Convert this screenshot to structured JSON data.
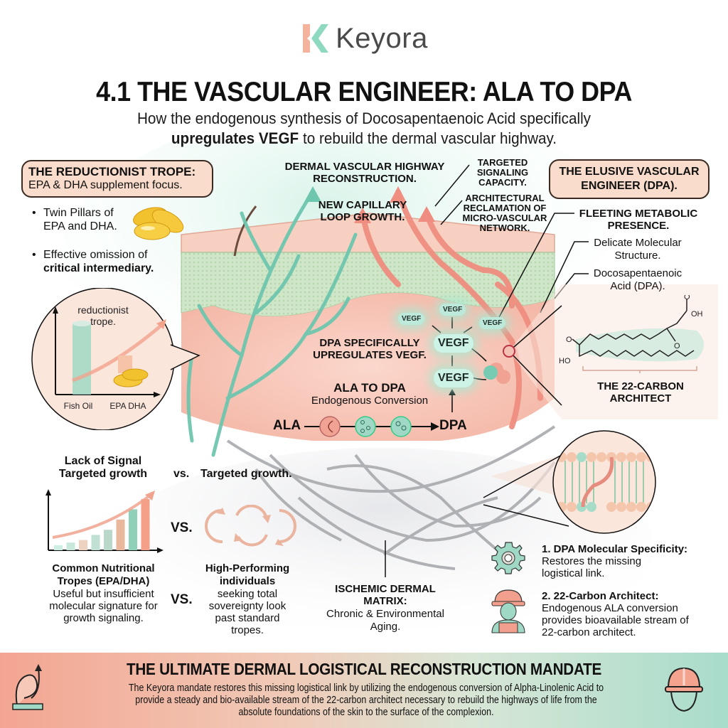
{
  "brand": {
    "name": "Keyora",
    "colors": {
      "coral": "#f4b39c",
      "mint": "#8fd9c0",
      "text": "#4a4a4a"
    }
  },
  "header": {
    "title": "4.1 THE VASCULAR ENGINEER: ALA TO DPA",
    "subtitle_line1": "How the endogenous synthesis of Docosapentaenoic Acid specifically",
    "subtitle_bold": "upregulates VEGF",
    "subtitle_line2_rest": " to rebuild the dermal vascular highway."
  },
  "left_panel": {
    "box_title": "THE REDUCTIONIST TROPE:",
    "box_subtitle": "EPA & DHA supplement focus.",
    "bullets": [
      {
        "text": "Twin Pillars of EPA and DHA.",
        "bold": ""
      },
      {
        "text": "Effective omission of ",
        "bold": "critical intermediary."
      }
    ],
    "inset": {
      "title": "reductionist trope.",
      "x_labels": [
        "Fish Oil",
        "EPA DHA"
      ]
    }
  },
  "center_labels": {
    "highway": "DERMAL VASCULAR HIGHWAY RECONSTRUCTION.",
    "capillary": "NEW CAPILLARY LOOP GROWTH.",
    "targeted": "TARGETED SIGNALING CAPACITY.",
    "architectural": "ARCHITECTURAL RECLAMATION OF MICRO-VASCULAR NETWORK.",
    "dpa_upregulates": "DPA SPECIFICALLY UPREGULATES VEGF.",
    "conversion_title": "ALA TO DPA",
    "conversion_subtitle": "Endogenous Conversion",
    "pathway_start": "ALA",
    "pathway_end": "DPA",
    "vegf": "VEGF",
    "ischemic_title": "ISCHEMIC DERMAL MATRIX:",
    "ischemic_body": "Chronic & Environmental Aging."
  },
  "right_panel": {
    "box_title": "THE ELUSIVE VASCULAR ENGINEER (DPA).",
    "fleeting": "FLEETING METABOLIC PRESENCE.",
    "delicate": "Delicate Molecular Structure.",
    "docosa": "Docosapentaenoic Acid (DPA).",
    "molecule_labels": {
      "o_top": "O",
      "oh_top": "OH",
      "o_mid": "O",
      "o_left": "O",
      "ho": "HO"
    },
    "carbon_caption": "THE 22-CARBON ARCHITECT",
    "points": [
      {
        "title": "1. DPA Molecular Specificity:",
        "body": "Restores the missing logistical link."
      },
      {
        "title": "2. 22-Carbon Architect:",
        "body": "Endogenous ALA conversion provides bioavailable stream of 22-carbon architect."
      }
    ]
  },
  "comparison": {
    "lack_title": "Lack of Signal Targeted growth",
    "vs": "vs.",
    "targeted_title": "Targeted growth.",
    "vs_caps": "VS.",
    "left_title": "Common Nutritional Tropes (EPA/DHA)",
    "left_body": "Useful but insufficient molecular signature for growth signaling.",
    "right_title": "High-Performing individuals",
    "right_body": "seeking total sovereignty look past standard tropes."
  },
  "chart_data": {
    "type": "bar",
    "title": "",
    "categories": [
      "1",
      "2",
      "3",
      "4",
      "5",
      "6",
      "7",
      "8"
    ],
    "values": [
      1,
      1.5,
      2,
      3,
      4,
      6,
      8,
      10
    ],
    "colors": [
      "#cdeee3",
      "#c8e8dc",
      "#ecd2bf",
      "#bfe0d2",
      "#b9d8c9",
      "#e8b79c",
      "#8fd0b8",
      "#f4a088"
    ],
    "ylim": [
      0,
      10
    ],
    "xlabel": "",
    "ylabel": ""
  },
  "banner": {
    "title": "THE ULTIMATE DERMAL LOGISTICAL RECONSTRUCTION MANDATE",
    "body": "The Keyora mandate restores this missing logistical link by utilizing the endogenous conversion of Alpha-Linolenic Acid to provide a steady and bio-available stream of the 22-carbon architect necessary to rebuild the highways of life from the absolute foundations of the skin to the surface of the complexion."
  }
}
